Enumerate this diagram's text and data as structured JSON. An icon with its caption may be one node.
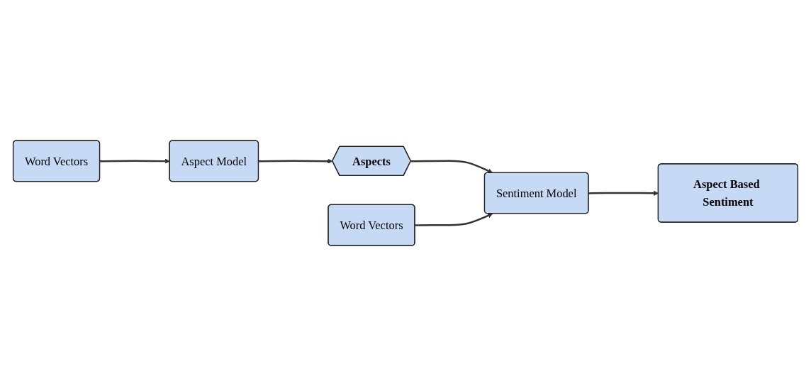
{
  "diagram": {
    "nodes": [
      {
        "text": [
          "Word Vectors"
        ]
      },
      {
        "text": [
          "Aspect Model"
        ]
      },
      {
        "text": [
          "Aspects"
        ]
      },
      {
        "text": [
          "Sentiment Model"
        ]
      },
      {
        "text": [
          "Aspect Based Sentiment"
        ]
      },
      {
        "text": [
          "Word Vectors"
        ]
      }
    ],
    "edges": [
      {
        "from": 0,
        "to": 1,
        "arrow": "to"
      },
      {
        "from": 1,
        "to": 2,
        "arrow": "to"
      },
      {
        "from": 2,
        "to": 3,
        "arrow": "to"
      },
      {
        "from": 3,
        "to": 4,
        "arrow": "to"
      },
      {
        "from": 5,
        "to": 3,
        "arrow": "to"
      }
    ]
  }
}
